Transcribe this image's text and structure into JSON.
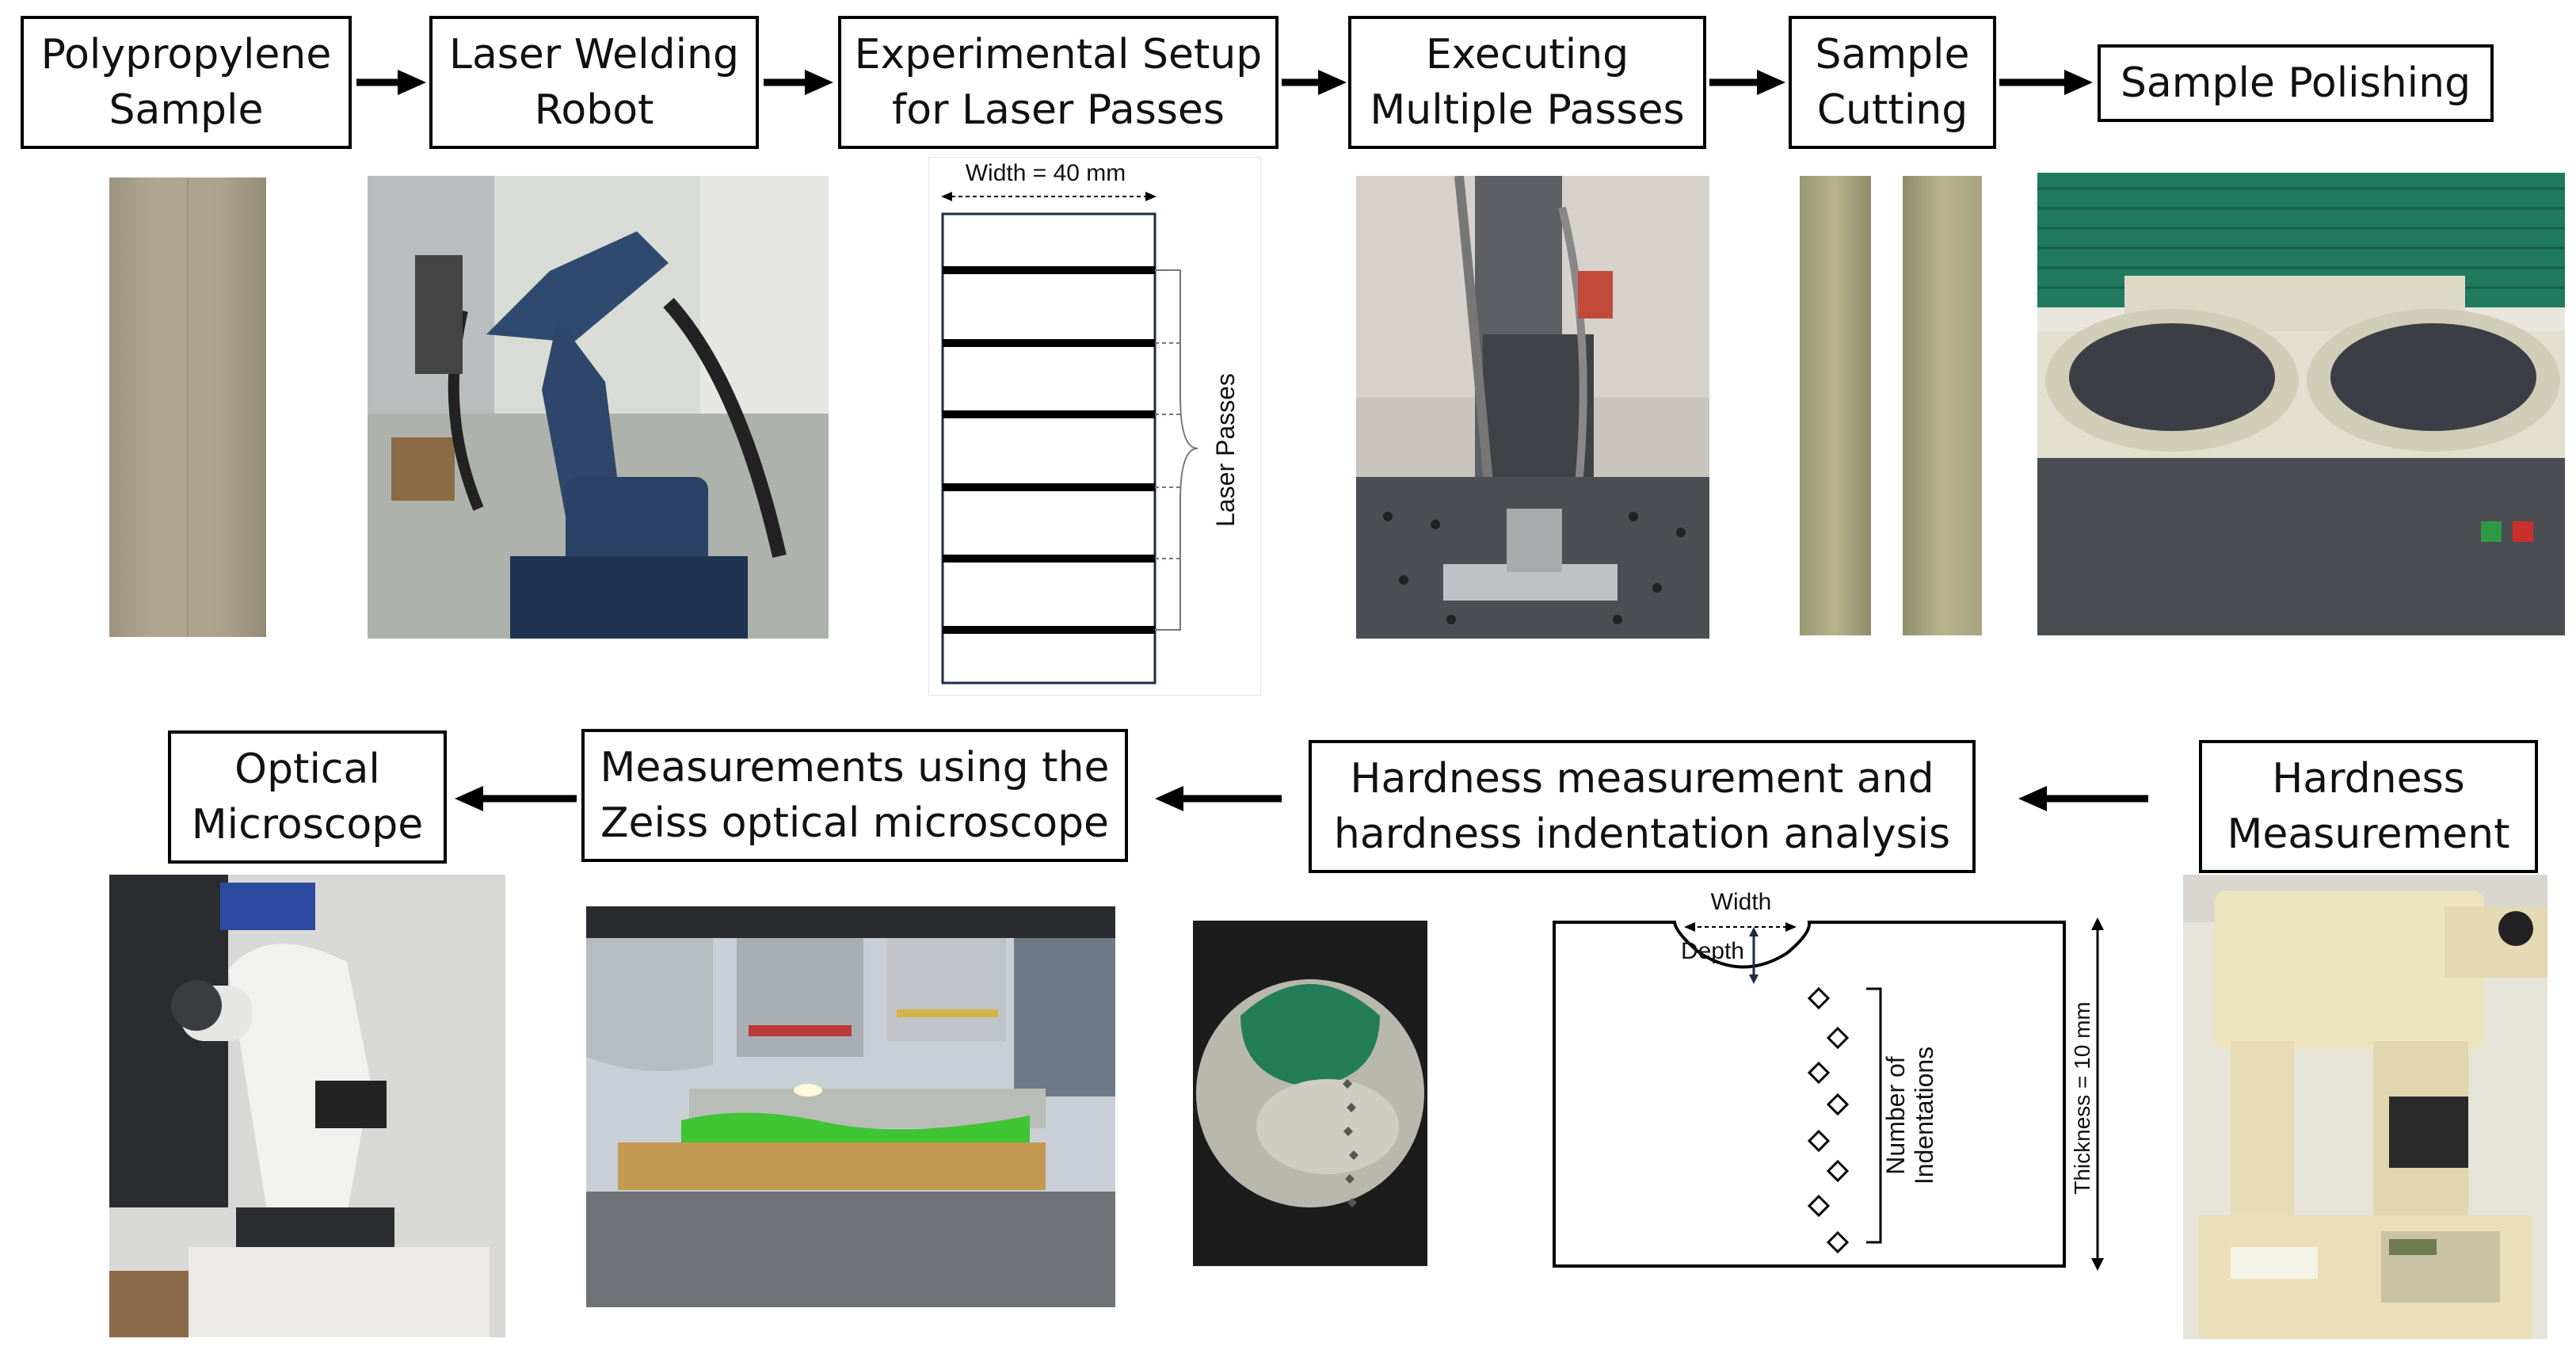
{
  "steps_top": [
    {
      "label": "Polypropylene\nSample"
    },
    {
      "label": "Laser Welding\nRobot"
    },
    {
      "label": "Experimental Setup\nfor Laser Passes"
    },
    {
      "label": "Executing\nMultiple Passes"
    },
    {
      "label": "Sample\nCutting"
    },
    {
      "label": "Sample Polishing"
    }
  ],
  "steps_bottom": [
    {
      "label": "Optical\nMicroscope"
    },
    {
      "label": "Measurements using the\nZeiss optical microscope"
    },
    {
      "label": "Hardness measurement and\nhardness indentation analysis"
    },
    {
      "label": "Hardness\nMeasurement"
    }
  ],
  "setup_diagram": {
    "width_label": "Width = 40 mm",
    "passes_label": "Laser Passes",
    "num_passes": 6
  },
  "indentation_diagram": {
    "width_label": "Width",
    "depth_label": "Depth",
    "count_label": "Number of\nIndentations",
    "thickness_label": "Thickness = 10 mm"
  },
  "images": {
    "sample": "polypropylene-sample-photo",
    "robot": "laser-welding-robot-photo",
    "passes": "welding-head-photo",
    "cutting": "cut-samples-photo",
    "polishing": "polishing-machine-photo",
    "microscope": "optical-microscope-photo",
    "zeiss": "zeiss-objectives-photo",
    "indent_view": "indentation-micrograph-photo",
    "hardness": "hardness-tester-photo"
  }
}
